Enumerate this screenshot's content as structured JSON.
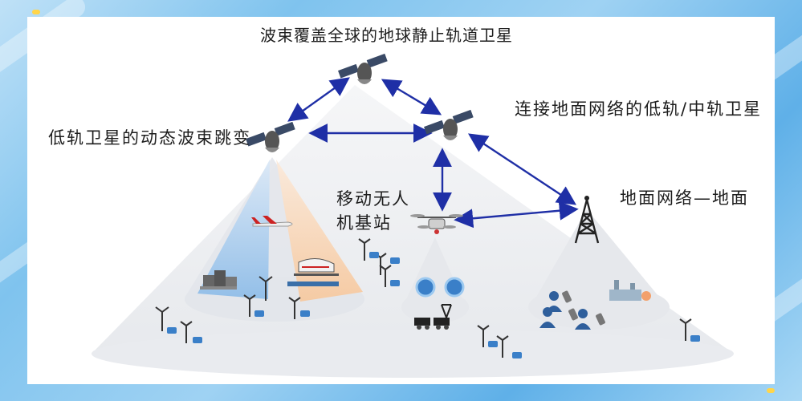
{
  "diagram": {
    "title": "波束覆盖全球的地球静止轨道卫星",
    "left_label": "低轨卫星的动态波束跳变",
    "right_label": "连接地面网络的低轨/中轨卫星",
    "drone_label": "移动无人机基站",
    "ground_label": "地面网络—地面"
  },
  "colors": {
    "link_arrow": "#1f2fa6",
    "beam_blue": "#8fbde8",
    "beam_orange": "#f6c9a0",
    "coverage_gray": "#e6e8ec",
    "background_blue": "#7fc3ee"
  },
  "icons": [
    "geo-satellite-icon",
    "leo-satellite-icon",
    "meo-satellite-icon",
    "drone-base-station-icon",
    "cell-tower-icon",
    "airplane-icon",
    "train-icon",
    "buildings-icon",
    "wind-turbine-icon",
    "iot-device-icon",
    "mining-icon",
    "people-icon",
    "mobile-phone-icon",
    "factory-icon"
  ]
}
